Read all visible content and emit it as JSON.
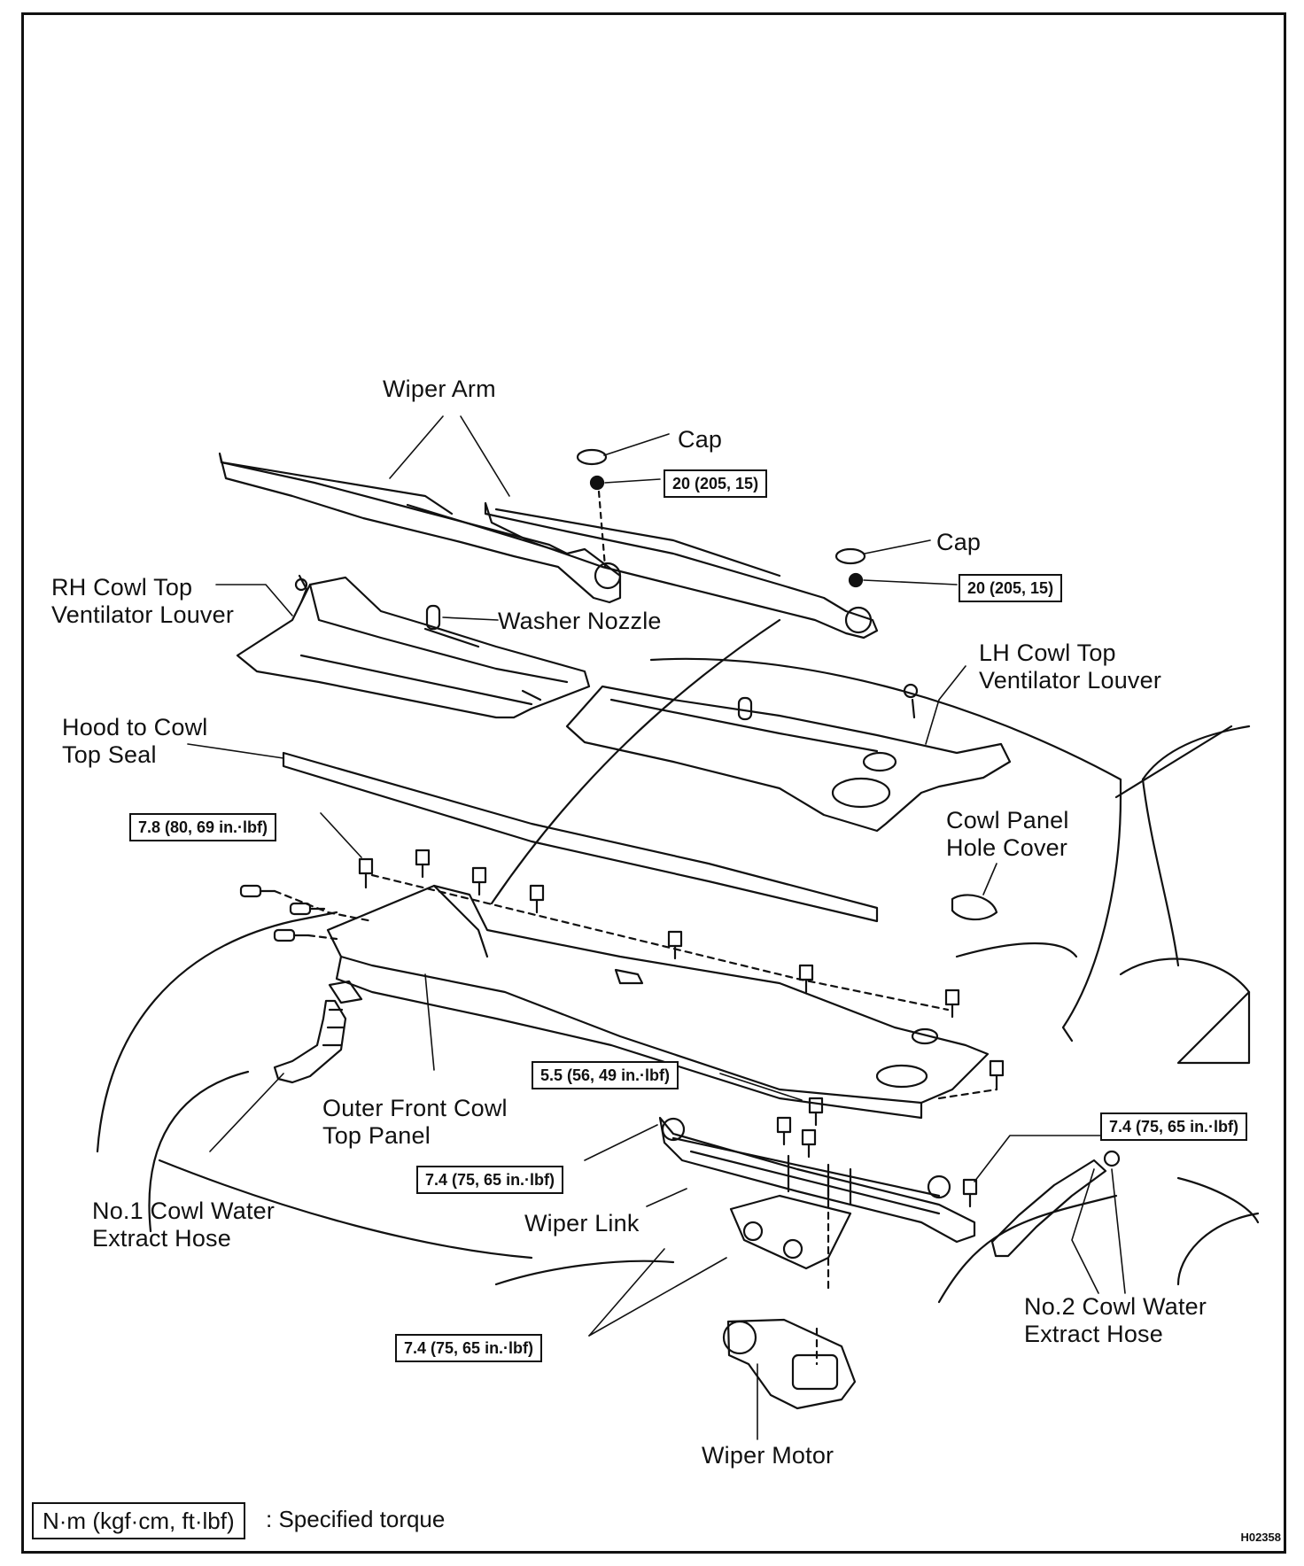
{
  "labels": {
    "wiper_arm": "Wiper Arm",
    "cap_1": "Cap",
    "cap_2": "Cap",
    "rh_louver": "RH Cowl Top\nVentilator Louver",
    "washer_nozzle": "Washer Nozzle",
    "lh_louver": "LH Cowl Top\nVentilator Louver",
    "hood_seal": "Hood to Cowl\nTop Seal",
    "hole_cover": "Cowl Panel\nHole Cover",
    "outer_panel": "Outer Front Cowl\nTop Panel",
    "hose_1": "No.1 Cowl Water\nExtract Hose",
    "wiper_link": "Wiper Link",
    "hose_2": "No.2 Cowl Water\nExtract Hose",
    "wiper_motor": "Wiper Motor"
  },
  "torques": {
    "nut_1": "20 (205, 15)",
    "nut_2": "20 (205, 15)",
    "bolt_panel": "7.8 (80, 69 in.·lbf)",
    "bolt_link_center": "5.5 (56, 49 in.·lbf)",
    "bolt_link_left": "7.4 (75, 65 in.·lbf)",
    "bolt_link_right": "7.4 (75, 65 in.·lbf)",
    "bolt_motor": "7.4 (75, 65 in.·lbf)"
  },
  "legend": {
    "unit_box": "N·m (kgf·cm, ft·lbf)",
    "meaning": ": Specified torque"
  },
  "figure_code": "H02358"
}
